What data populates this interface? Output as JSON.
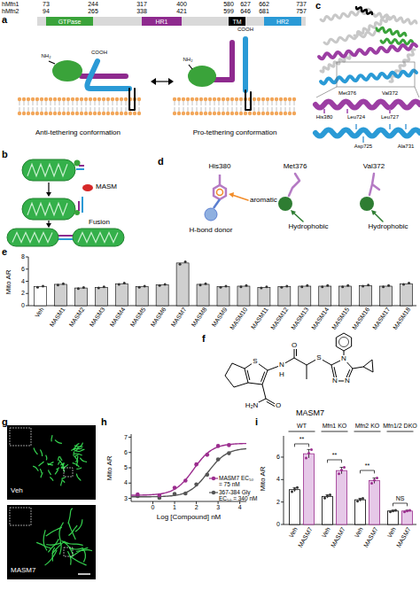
{
  "diagram": {
    "nodes": [
      {
        "text": [
          "GTPase"
        ]
      },
      {
        "text": [
          "HR1"
        ]
      },
      {
        "text": [
          "TM"
        ]
      },
      {
        "text": [
          "HR2"
        ]
      }
    ],
    "labels": [
      "a",
      "b",
      "c",
      "d",
      "e",
      "f",
      "g",
      "h",
      "i",
      "hMfn1",
      "73",
      "244",
      "317",
      "400",
      "580",
      "627",
      "662",
      "737",
      "hMfn2",
      "94",
      "265",
      "338",
      "421",
      "599",
      "646",
      "681",
      "757",
      "NH₂",
      "COOH",
      "COOH",
      "NH₂",
      "Anti-tethering conformation",
      "Pro-tethering conformation",
      "MASM",
      "Fusion",
      "Met376",
      "Val372",
      "His380",
      "Leu724",
      "Leu727",
      "Ala731",
      "Asp725",
      "His380",
      "Met376",
      "Val372",
      "aromatic",
      "H-bond donor",
      "Hydrophobic",
      "Hydrophobic",
      "Mito AR",
      "0",
      "2",
      "4",
      "6",
      "8",
      "Veh",
      "MASM1",
      "MASM2",
      "MASM3",
      "MASM4",
      "MASM5",
      "MASM6",
      "MASM7",
      "MASM8",
      "MASM9",
      "MASM10",
      "MASM11",
      "MASM12",
      "MASM13",
      "MASM14",
      "MASM15",
      "MASM16",
      "MASM17",
      "MASM18",
      "S",
      "H₂N",
      "O",
      "N",
      "H",
      "O",
      "S",
      "N",
      "N",
      "N",
      "MASM7",
      "Veh",
      "MASM7",
      "Mito AR",
      "3",
      "4",
      "5",
      "6",
      "7",
      "0",
      "1",
      "2",
      "3",
      "4",
      "Log [Compound] nM",
      "Mito AR",
      "0",
      "2",
      "4",
      "6",
      "WT",
      "Mfn1 KO",
      "Mfn2 KO",
      "Mfn1/2 DKO",
      "Veh",
      "MASM7",
      "Veh",
      "MASM7",
      "Veh",
      "MASM7",
      "Veh",
      "MASM7",
      "**",
      "**",
      "**",
      "NS"
    ],
    "legend": [
      {
        "text": "MASM7 EC₅₀ = 75 nM",
        "color": "#9b2d8e"
      },
      {
        "text": "367-384 Gly EC₅₀ = 340 nM",
        "color": "#555555"
      }
    ]
  }
}
